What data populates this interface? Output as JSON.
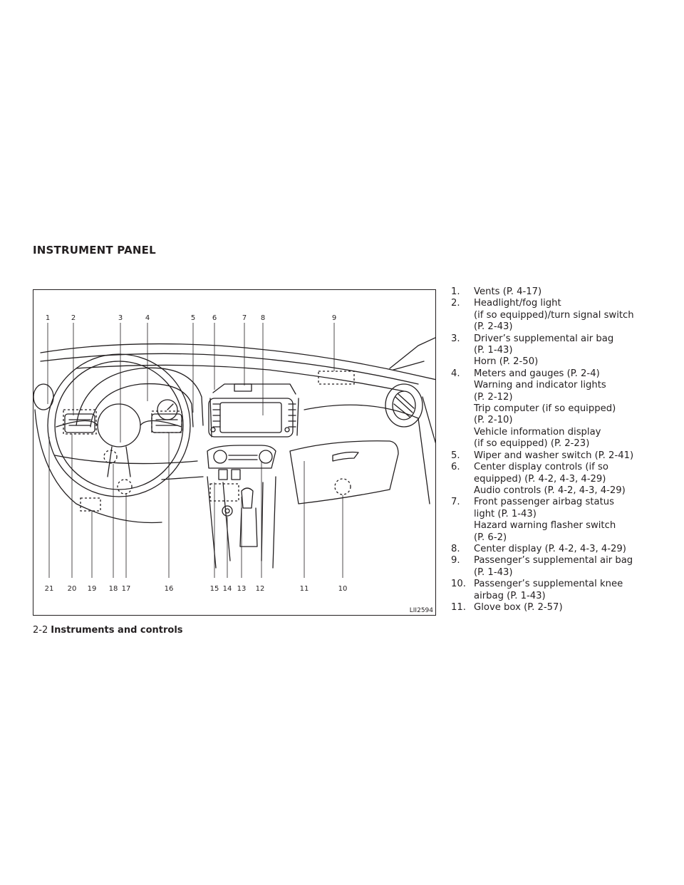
{
  "section_title": "INSTRUMENT PANEL",
  "figure": {
    "code": "LII2594",
    "top_callouts": [
      "1",
      "2",
      "3",
      "4",
      "5",
      "6",
      "7",
      "8",
      "9"
    ],
    "bottom_callouts": [
      "21",
      "20",
      "19",
      "18",
      "17",
      "16",
      "15",
      "14",
      "13",
      "12",
      "11",
      "10"
    ]
  },
  "legend": [
    {
      "num": "1.",
      "lines": [
        "Vents (P. 4-17)"
      ]
    },
    {
      "num": "2.",
      "lines": [
        "Headlight/fog light",
        "(if so equipped)/turn signal switch",
        "(P. 2-43)"
      ]
    },
    {
      "num": "3.",
      "lines": [
        "Driver’s supplemental air bag",
        "(P. 1-43)",
        "Horn (P. 2-50)"
      ]
    },
    {
      "num": "4.",
      "lines": [
        "Meters and gauges (P. 2-4)",
        "Warning and indicator lights",
        "(P. 2-12)",
        "Trip computer (if so equipped)",
        "(P. 2-10)",
        "Vehicle information display",
        "(if so equipped) (P. 2-23)"
      ]
    },
    {
      "num": "5.",
      "lines": [
        "Wiper and washer switch (P. 2-41)"
      ]
    },
    {
      "num": "6.",
      "lines": [
        "Center display controls (if so",
        "equipped) (P. 4-2, 4-3, 4-29)",
        "Audio controls (P. 4-2, 4-3, 4-29)"
      ]
    },
    {
      "num": "7.",
      "lines": [
        "Front passenger airbag status",
        "light (P. 1-43)",
        "Hazard warning flasher switch",
        "(P. 6-2)"
      ]
    },
    {
      "num": "8.",
      "lines": [
        "Center display (P. 4-2, 4-3, 4-29)"
      ]
    },
    {
      "num": "9.",
      "lines": [
        "Passenger’s supplemental air bag",
        "(P. 1-43)"
      ]
    },
    {
      "num": "10.",
      "lines": [
        "Passenger’s supplemental knee",
        "airbag (P. 1-43)"
      ]
    },
    {
      "num": "11.",
      "lines": [
        "Glove box (P. 2-57)"
      ]
    }
  ],
  "footer": {
    "page": "2-2",
    "section": "Instruments and controls"
  }
}
